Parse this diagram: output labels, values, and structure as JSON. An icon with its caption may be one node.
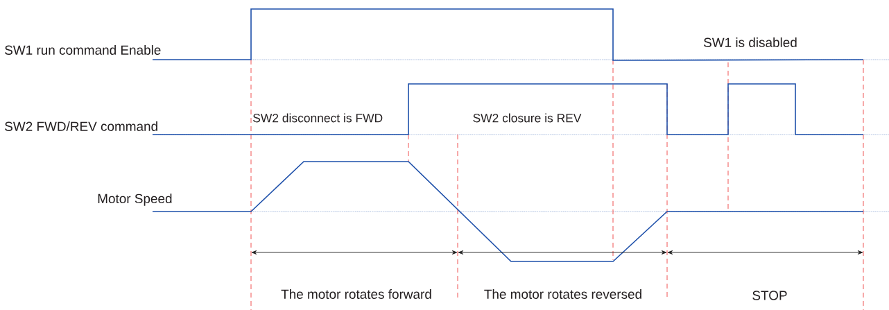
{
  "diagram": {
    "labels": [
      "SW1 run command Enable",
      "SW1 is disabled",
      "SW2 disconnect is FWD",
      "SW2 closure is REV",
      "SW2 FWD/REV command",
      "Motor Speed",
      "The motor rotates forward",
      "The motor rotates reversed",
      "STOP"
    ]
  }
}
